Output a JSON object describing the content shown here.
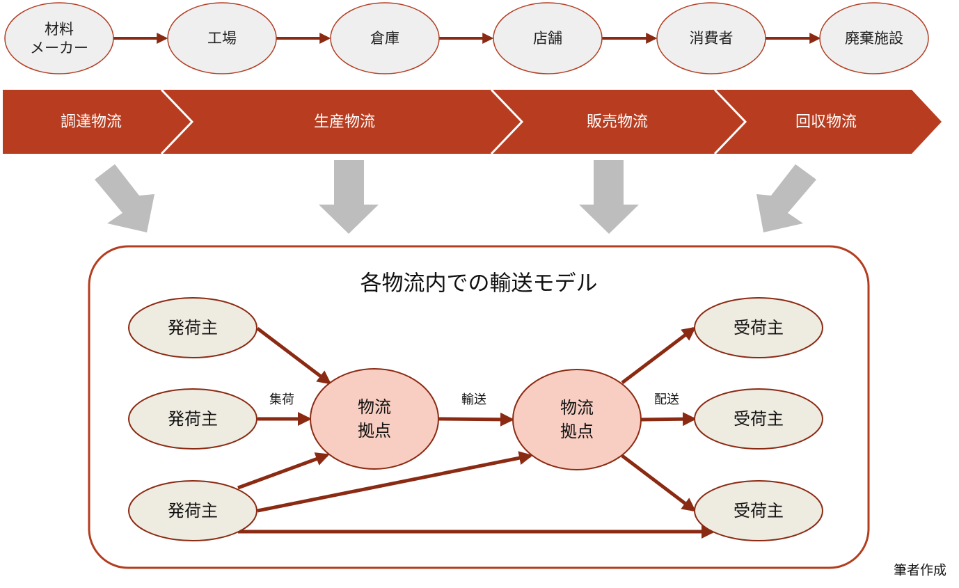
{
  "supply_chain": {
    "nodes": [
      {
        "id": "n1",
        "lines": [
          "材料",
          "メーカー"
        ]
      },
      {
        "id": "n2",
        "lines": [
          "工場"
        ]
      },
      {
        "id": "n3",
        "lines": [
          "倉庫"
        ]
      },
      {
        "id": "n4",
        "lines": [
          "店舗"
        ]
      },
      {
        "id": "n5",
        "lines": [
          "消費者"
        ]
      },
      {
        "id": "n6",
        "lines": [
          "廃棄施設"
        ]
      }
    ]
  },
  "logistics_band": {
    "segments": [
      {
        "id": "s1",
        "label": "調達物流"
      },
      {
        "id": "s2",
        "label": "生産物流"
      },
      {
        "id": "s3",
        "label": "販売物流"
      },
      {
        "id": "s4",
        "label": "回収物流"
      }
    ]
  },
  "model": {
    "title": "各物流内での輸送モデル",
    "shippers": [
      {
        "id": "sh1",
        "label": "発荷主"
      },
      {
        "id": "sh2",
        "label": "発荷主"
      },
      {
        "id": "sh3",
        "label": "発荷主"
      }
    ],
    "hubs": [
      {
        "id": "h1",
        "lines": [
          "物流",
          "拠点"
        ]
      },
      {
        "id": "h2",
        "lines": [
          "物流",
          "拠点"
        ]
      }
    ],
    "receivers": [
      {
        "id": "r1",
        "label": "受荷主"
      },
      {
        "id": "r2",
        "label": "受荷主"
      },
      {
        "id": "r3",
        "label": "受荷主"
      }
    ],
    "edge_labels": {
      "collect": "集荷",
      "transport": "輸送",
      "deliver": "配送"
    }
  },
  "credit": "筆者作成",
  "colors": {
    "band": "#b83d20",
    "arrow": "#8b2a12",
    "node_fill": "#efefef",
    "node_stroke": "#b23e23",
    "shipper_fill": "#eeebe1",
    "hub_fill": "#f8cec2",
    "gray_arrow": "#bdbdbd",
    "frame_stroke": "#b33d1f"
  }
}
